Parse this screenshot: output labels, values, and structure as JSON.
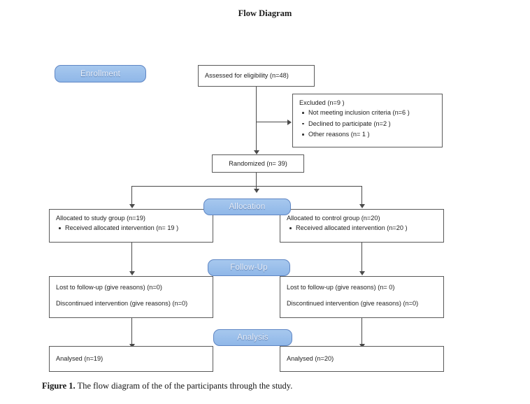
{
  "page": {
    "clipped_top_line": "",
    "diagram_title": "Flow Diagram",
    "caption_label": "Figure 1.",
    "caption_text": " The flow diagram of the of the participants through the study."
  },
  "colors": {
    "badge_fill": "#9DC3E6",
    "badge_border": "#5F86C4",
    "badge_text": "#E9EEF8",
    "box_border": "#5A5A5A",
    "connector": "#4A4A4A",
    "page_background": "#FFFFFF"
  },
  "stages": {
    "enrollment": "Enrollment",
    "allocation": "Allocation",
    "followup": "Follow-Up",
    "analysis": "Analysis"
  },
  "boxes": {
    "assessed": {
      "text": "Assessed for eligibility (n=48)"
    },
    "excluded": {
      "heading": "Excluded (n=9  )",
      "items": [
        "Not meeting inclusion criteria (n=6  )",
        "Declined to participate (n=2  )",
        "Other reasons (n= 1 )"
      ]
    },
    "randomized": {
      "text": "Randomized (n= 39)"
    },
    "allocated_left": {
      "heading": "Allocated to study group (n=19)",
      "items": [
        "Received allocated intervention (n= 19 )"
      ]
    },
    "allocated_right": {
      "heading": "Allocated to control group (n=20)",
      "items": [
        "Received allocated intervention (n=20  )"
      ]
    },
    "followup_left": {
      "line1": "Lost to follow-up (give reasons) (n=0)",
      "line2": "Discontinued intervention (give reasons) (n=0)"
    },
    "followup_right": {
      "line1": "Lost to follow-up (give reasons) (n= 0)",
      "line2": "Discontinued intervention (give reasons) (n=0)"
    },
    "analysed_left": {
      "text": "Analysed (n=19)"
    },
    "analysed_right": {
      "text": "Analysed (n=20)"
    }
  }
}
